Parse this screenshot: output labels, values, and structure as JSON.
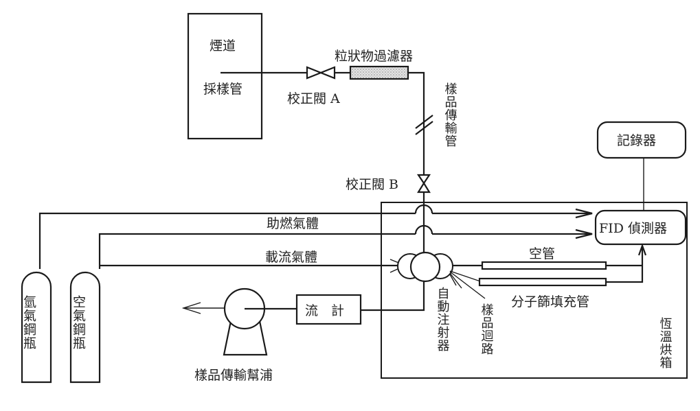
{
  "labels": {
    "flue": "煙道",
    "sampling_probe": "採樣管",
    "calib_valve_a": "校正閥 A",
    "particulate_filter": "粒狀物過濾器",
    "sample_transfer_line": "樣品傳輸管",
    "calib_valve_b": "校正閥 B",
    "recorder": "記錄器",
    "fid_detector": "FID 偵測器",
    "combustion_gas": "助燃氣體",
    "carrier_gas": "載流氣體",
    "empty_tube": "空管",
    "molecular_sieve_column": "分子篩填充管",
    "auto_injector": "自動注射器",
    "sample_loop": "樣品迴路",
    "oven": "恆溫烘箱",
    "flow_meter": "流　計",
    "sample_pump": "樣品傳輸幫浦",
    "hydrogen_cylinder": "氫氣鋼瓶",
    "air_cylinder": "空氣鋼瓶"
  },
  "colors": {
    "line": "#1a1a1a",
    "filter_fill": "#cfcfcf",
    "background": "#ffffff"
  }
}
